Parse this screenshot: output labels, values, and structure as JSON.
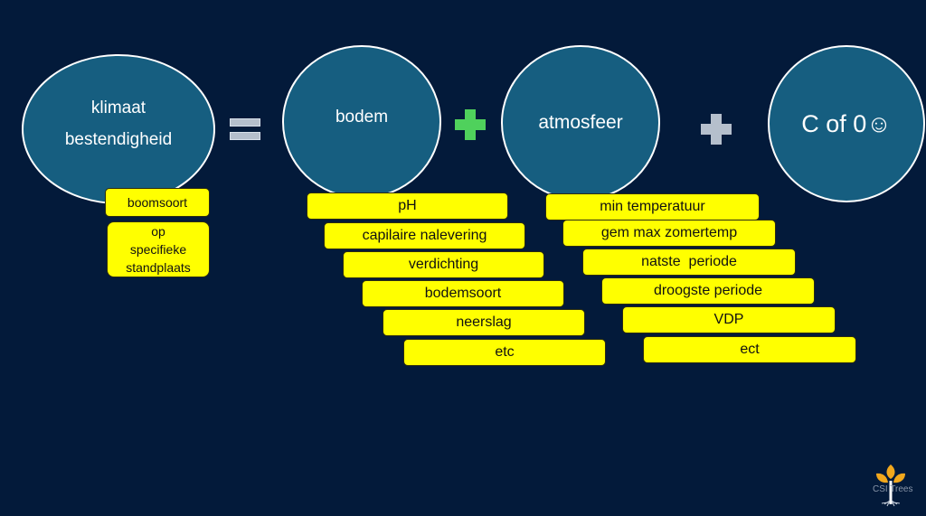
{
  "diagram": {
    "nodes": {
      "klimaat": [
        "klimaat",
        "bestendigheid"
      ],
      "bodem": "bodem",
      "atmosfeer": "atmosfeer",
      "cof0": "C of 0☺"
    },
    "operators": {
      "equals": "equals",
      "plus_green": "plus",
      "plus_grey": "plus"
    },
    "klimaat_tags": {
      "boomsoort": "boomsoort",
      "standplaats": [
        "op",
        "specifieke",
        "standplaats"
      ]
    },
    "bodem_tags": [
      "pH",
      "capilaire nalevering",
      "verdichting",
      "bodemsoort",
      "neerslag",
      "etc"
    ],
    "atmosfeer_tags": [
      "min temperatuur",
      "gem max zomertemp",
      "natste  periode",
      "droogste periode",
      "VDP",
      "ect"
    ]
  },
  "colors": {
    "background": "#031a3a",
    "circle_fill": "#165e80",
    "tag_fill": "#ffff00",
    "plus_green": "#4fd15c",
    "operator_grey": "#b5bfcc",
    "logo_orange": "#f2a81d"
  },
  "logo": {
    "text": "CSI Trees",
    "icon": "tree-logo-icon"
  }
}
